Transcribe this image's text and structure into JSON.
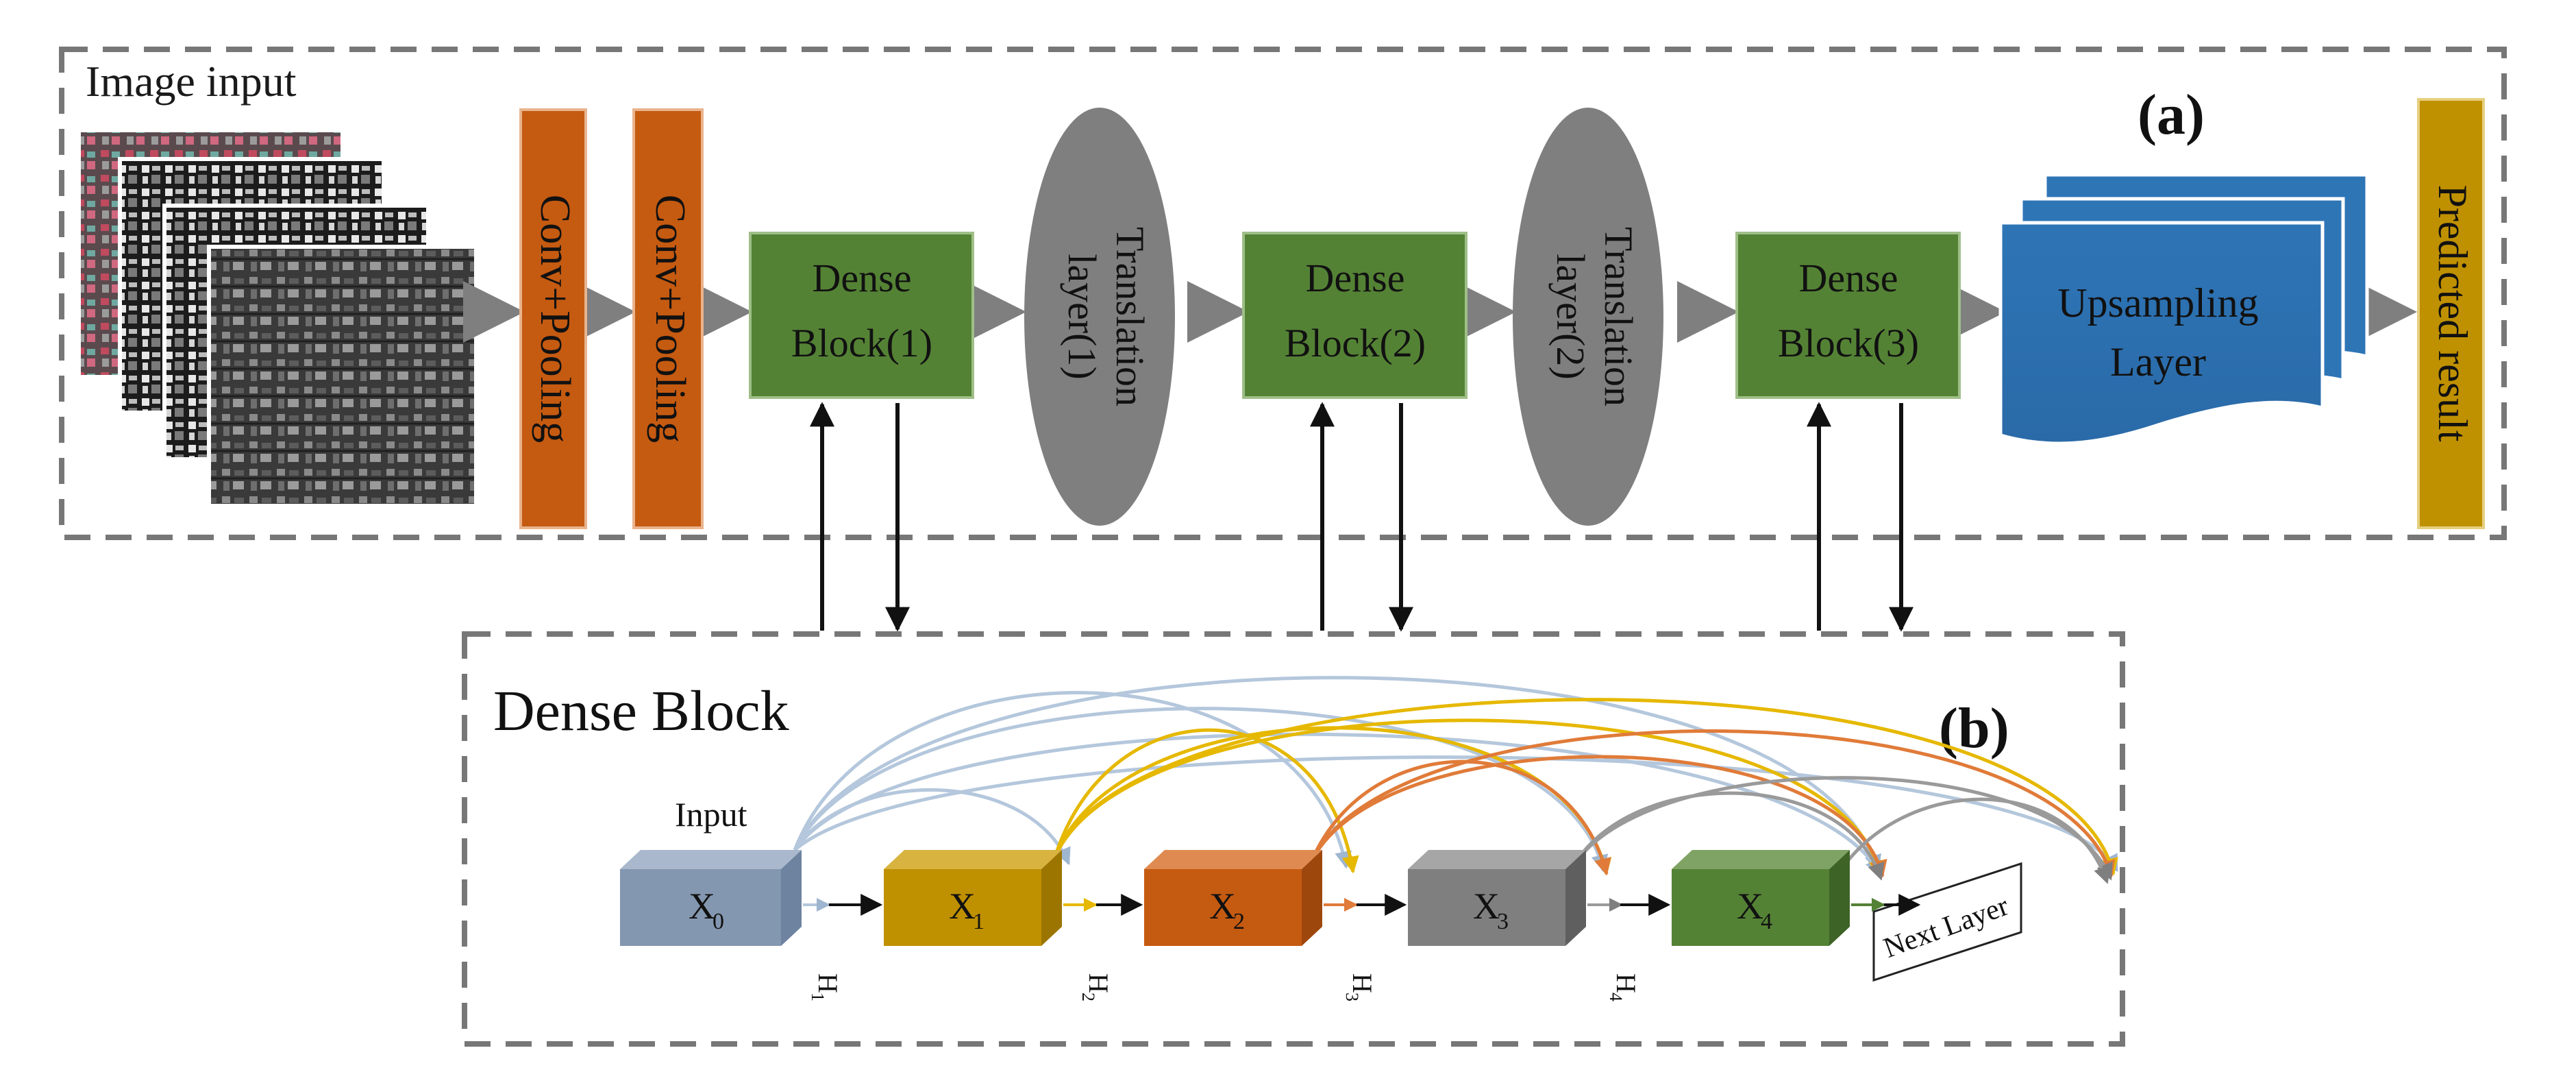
{
  "panel_a": {
    "tag": "(a)",
    "image_input_label": "Image input",
    "conv1_label": "Conv+Pooling",
    "conv2_label": "Conv+Pooling",
    "dense1_line1": "Dense",
    "dense1_line2": "Block(1)",
    "trans1_line1": "Translation",
    "trans1_line2": "layer(1)",
    "dense2_line1": "Dense",
    "dense2_line2": "Block(2)",
    "trans2_line1": "Translation",
    "trans2_line2": "layer(2)",
    "dense3_line1": "Dense",
    "dense3_line2": "Block(3)",
    "upsampling_line1": "Upsampling",
    "upsampling_line2": "Layer",
    "predicted_label": "Predicted result"
  },
  "panel_b": {
    "tag": "(b)",
    "title": "Dense Block",
    "input_label": "Input",
    "x0": "X",
    "x0_sub": "0",
    "x1": "X",
    "x1_sub": "1",
    "x2": "X",
    "x2_sub": "2",
    "x3": "X",
    "x3_sub": "3",
    "x4": "X",
    "x4_sub": "4",
    "h1": "H",
    "h1_sub": "1",
    "h2": "H",
    "h2_sub": "2",
    "h3": "H",
    "h3_sub": "3",
    "h4": "H",
    "h4_sub": "4",
    "next_layer": "Next Layer"
  },
  "colors": {
    "dashed_border": "#777777",
    "conv_orange": "#c55a11",
    "dense_green": "#548235",
    "translation_gray": "#7f7f7f",
    "upsampling_blue": "#2e75b6",
    "predicted_gold": "#bf9000",
    "x0_blue_gray": "#8497b0",
    "x1_gold": "#bf9000",
    "x2_orange": "#c55a11",
    "x3_gray": "#7f7f7f",
    "x4_green": "#548235",
    "link_blue": "#b4c7dc",
    "link_gold": "#e6b800",
    "link_orange": "#e07b39",
    "flow_arrow_gray": "#7f7f7f"
  }
}
